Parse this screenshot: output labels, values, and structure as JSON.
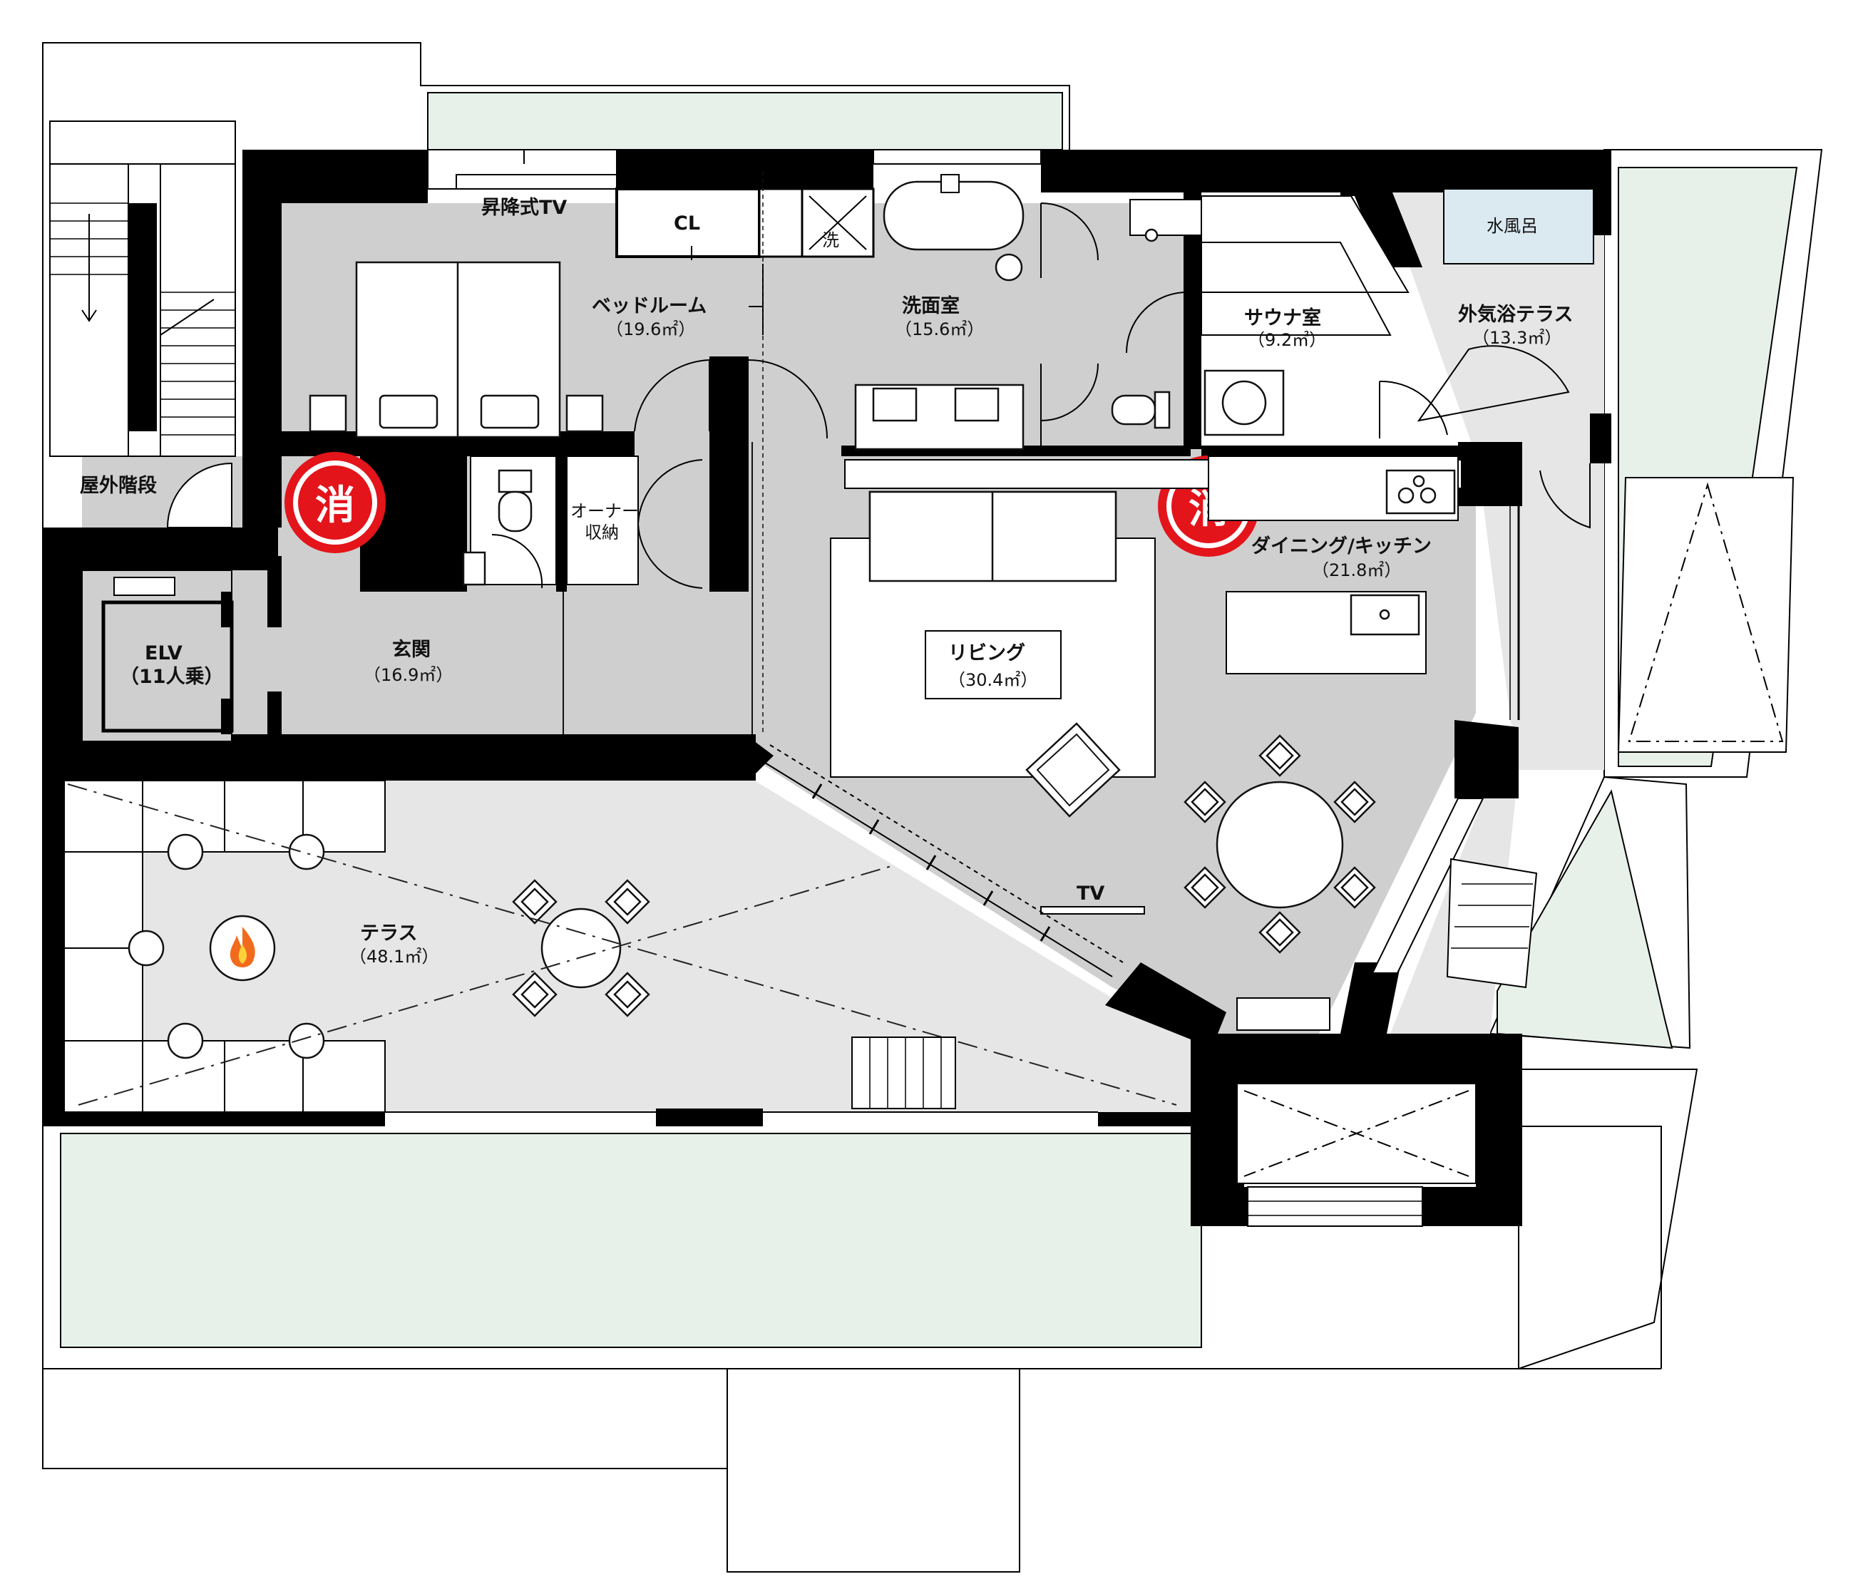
{
  "colors": {
    "wall": "#000000",
    "interior": "#cfcfcf",
    "terrace": "#e6e6e6",
    "green": "#e7f1ea",
    "pool": "#dbe9f1",
    "extinguisher": "#e4141b"
  },
  "rooms": {
    "tv_lift": "昇降式TV",
    "cl": "CL",
    "wash_mark": "洗",
    "bedroom": {
      "name": "ベッドルーム",
      "area": "（19.6㎡）"
    },
    "washroom": {
      "name": "洗面室",
      "area": "（15.6㎡）"
    },
    "sauna": {
      "name": "サウナ室",
      "area": "（9.2㎡）"
    },
    "cold_bath": "水風呂",
    "outdoor_bath": {
      "name": "外気浴テラス",
      "area": "（13.3㎡）"
    },
    "stairs": "屋外階段",
    "owner_storage_1": "オーナー",
    "owner_storage_2": "収納",
    "elv": {
      "name": "ELV",
      "capacity": "（11人乗）"
    },
    "entrance": {
      "name": "玄関",
      "area": "（16.9㎡）"
    },
    "living": {
      "name": "リビング",
      "area": "（30.4㎡）"
    },
    "dining": {
      "name": "ダイニング/キッチン",
      "area": "（21.8㎡）"
    },
    "tv": "TV",
    "terrace": {
      "name": "テラス",
      "area": "（48.1㎡）"
    }
  },
  "extinguisher_label": "消",
  "icons": [
    "fire-icon",
    "extinguisher-icon"
  ]
}
